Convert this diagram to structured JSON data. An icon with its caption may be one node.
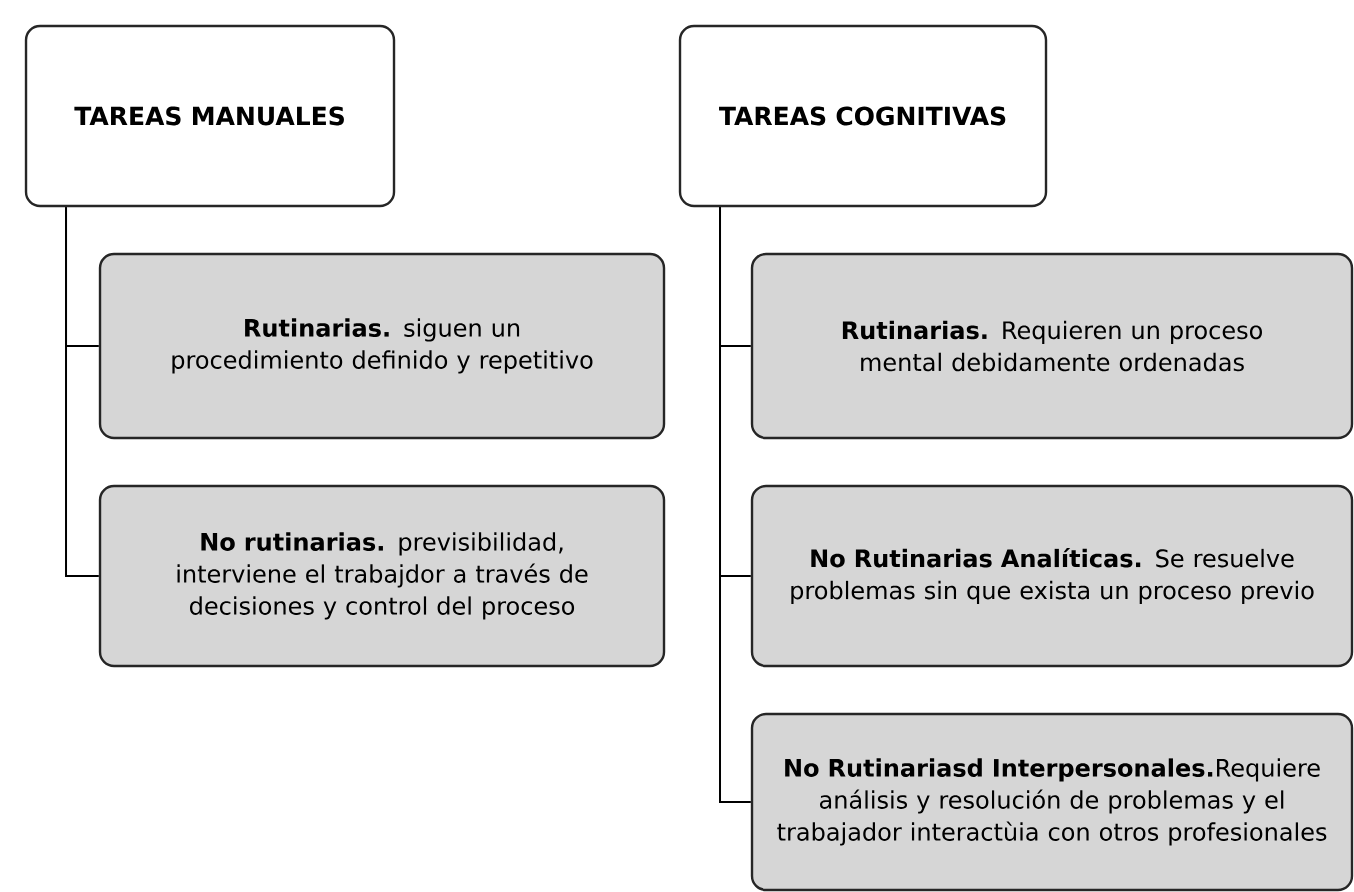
{
  "diagram": {
    "nodes": [
      {
        "text": [
          "TAREAS MANUALES"
        ]
      },
      {
        "text": [
          "**Rutinarias.** siguen un procedimiento definido y repetitivo"
        ]
      },
      {
        "text": [
          "**No rutinarias.**  previsibilidad, interviene el trabajdor a través de decisiones y control del proceso"
        ]
      },
      {
        "text": [
          "TAREAS COGNITIVAS"
        ]
      },
      {
        "text": [
          "**Rutinarias.** Requieren un proceso mental debidamente ordenadas"
        ]
      },
      {
        "text": [
          "**No Rutinarias Analíticas.** Se resuelve problemas sin que exista un proceso previo"
        ]
      },
      {
        "text": [
          "**No Rutinariasd Interpersonales.**Requiere análisis y resolución de problemas y el trabajador interactùia con otros profesionales"
        ]
      }
    ],
    "edges": [
      {
        "from": 0,
        "to": 1,
        "arrow": "none"
      },
      {
        "from": 0,
        "to": 2,
        "arrow": "none"
      },
      {
        "from": 3,
        "to": 4,
        "arrow": "none"
      },
      {
        "from": 3,
        "to": 5,
        "arrow": "none"
      },
      {
        "from": 3,
        "to": 6,
        "arrow": "none"
      }
    ]
  }
}
